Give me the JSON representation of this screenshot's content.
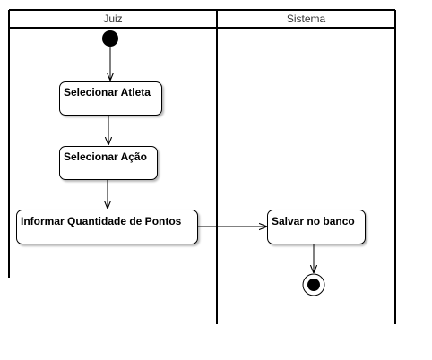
{
  "diagram": {
    "type": "uml-activity-swimlane",
    "colors": {
      "stroke": "#000000",
      "background": "#ffffff",
      "title_text": "#333333",
      "shadow": "#bbbbbb"
    },
    "lanes": [
      {
        "id": "juiz",
        "title": "Juiz"
      },
      {
        "id": "sistema",
        "title": "Sistema"
      }
    ],
    "start": {
      "lane": "juiz",
      "shape": "filled-circle"
    },
    "actions": [
      {
        "id": "a1",
        "lane": "juiz",
        "label": "Selecionar Atleta"
      },
      {
        "id": "a2",
        "lane": "juiz",
        "label": "Selecionar Ação"
      },
      {
        "id": "a3",
        "lane": "juiz",
        "label": "Informar Quantidade de Pontos"
      },
      {
        "id": "a4",
        "lane": "sistema",
        "label": "Salvar no banco"
      }
    ],
    "end": {
      "lane": "sistema",
      "shape": "bullseye"
    },
    "flows": [
      {
        "from": "start",
        "to": "a1"
      },
      {
        "from": "a1",
        "to": "a2"
      },
      {
        "from": "a2",
        "to": "a3"
      },
      {
        "from": "a3",
        "to": "a4"
      },
      {
        "from": "a4",
        "to": "end"
      }
    ]
  }
}
